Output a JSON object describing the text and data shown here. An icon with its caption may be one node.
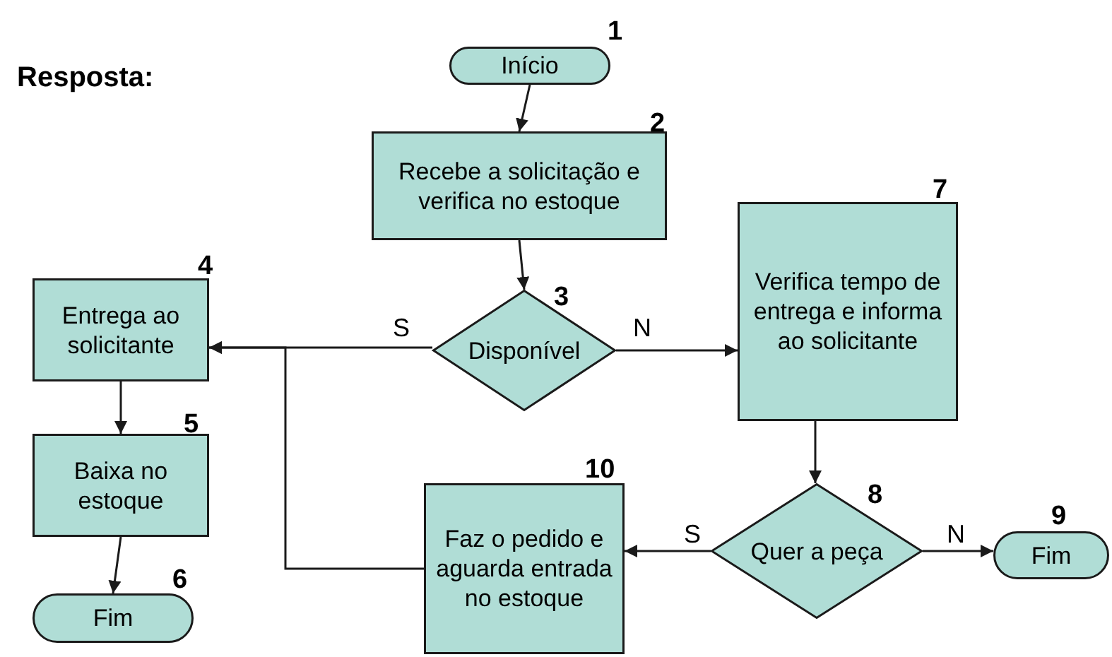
{
  "diagram": {
    "nodes": [
      {
        "text": [
          "Início"
        ],
        "beside": [
          "1"
        ]
      },
      {
        "text": [
          "Recebe a solicitação e verifica no estoque"
        ],
        "beside": [
          "2"
        ]
      },
      {
        "text": [
          "Disponível"
        ],
        "beside": [
          "3"
        ]
      },
      {
        "text": [
          "Entrega ao solicitante"
        ],
        "beside": [
          "4"
        ]
      },
      {
        "text": [
          "Baixa no estoque"
        ],
        "beside": [
          "5"
        ]
      },
      {
        "text": [
          "Fim"
        ],
        "beside": [
          "6"
        ]
      },
      {
        "text": [
          "Verifica tempo de entrega e informa ao solicitante"
        ],
        "beside": [
          "7"
        ]
      },
      {
        "text": [
          "Quer a peça"
        ],
        "beside": [
          "8"
        ]
      },
      {
        "text": [
          "Fim"
        ],
        "beside": [
          "9"
        ]
      },
      {
        "text": [
          "Faz o pedido e aguarda entrada no estoque"
        ],
        "beside": [
          "10"
        ]
      }
    ],
    "edges": [
      {
        "from": 0,
        "to": 1,
        "arrow": "to"
      },
      {
        "from": 1,
        "to": 2,
        "arrow": "to"
      },
      {
        "from": 2,
        "to": 3,
        "arrow": "to",
        "label": "S"
      },
      {
        "from": 2,
        "to": 6,
        "arrow": "to",
        "label": "N"
      },
      {
        "from": 3,
        "to": 4,
        "arrow": "to"
      },
      {
        "from": 4,
        "to": 5,
        "arrow": "to"
      },
      {
        "from": 6,
        "to": 7,
        "arrow": "to"
      },
      {
        "from": 7,
        "to": 8,
        "arrow": "to",
        "label": "N"
      },
      {
        "from": 7,
        "to": 9,
        "arrow": "to",
        "label": "S"
      },
      {
        "from": 9,
        "to": 3,
        "arrow": "to"
      }
    ],
    "labels": [
      "Resposta:"
    ]
  }
}
